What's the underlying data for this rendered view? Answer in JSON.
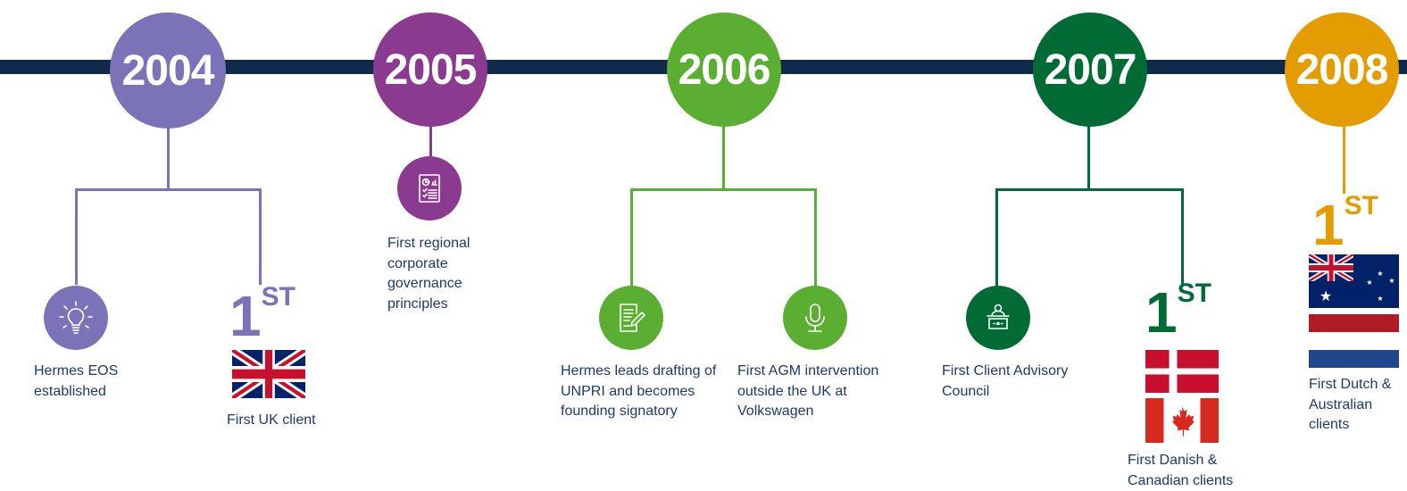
{
  "colors": {
    "bar": "#0f2a4a",
    "y2004": "#7b73b8",
    "y2005": "#8a3b8f",
    "y2006": "#5aae32",
    "y2007": "#006b35",
    "y2008": "#e39d00",
    "text": "#1b3a6b"
  },
  "years": [
    "2004",
    "2005",
    "2006",
    "2007",
    "2008"
  ],
  "milestones": {
    "eos": {
      "icon": "lightbulb-icon",
      "text": "Hermes EOS established"
    },
    "uk": {
      "ordinal": "1",
      "suffix": "ST",
      "text": "First UK client"
    },
    "regional": {
      "icon": "document-chart-icon",
      "text": "First regional corporate governance principles"
    },
    "unpri": {
      "icon": "document-pen-icon",
      "text": "Hermes leads drafting of UNPRI and becomes founding signatory"
    },
    "agm": {
      "icon": "microphone-icon",
      "text": "First AGM intervention outside the UK at Volkswagen"
    },
    "council": {
      "icon": "podium-speaker-icon",
      "text": "First Client Advisory Council"
    },
    "danish": {
      "ordinal": "1",
      "suffix": "ST",
      "text": "First Danish & Canadian clients"
    },
    "dutch": {
      "ordinal": "1",
      "suffix": "ST",
      "text": "First Dutch & Australian clients"
    }
  }
}
